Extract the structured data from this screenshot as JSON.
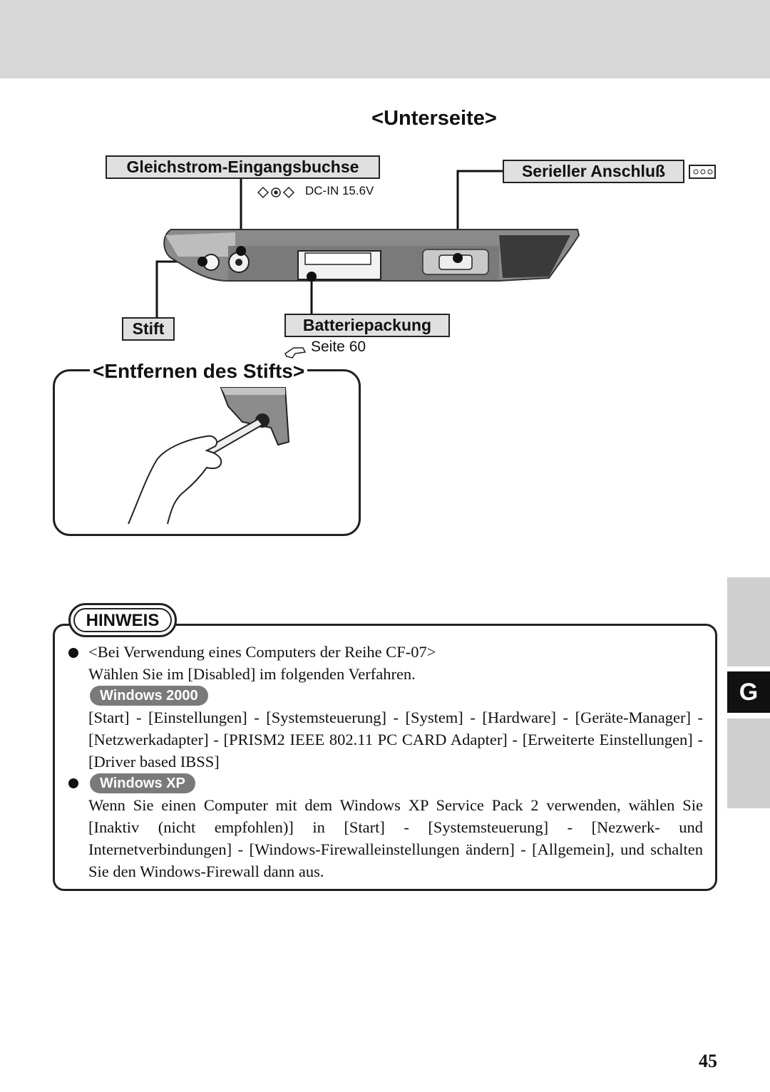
{
  "header": {
    "section_title": "<Unterseite>"
  },
  "diagram": {
    "labels": {
      "dc_jack": "Gleichstrom-Eingangsbuchse",
      "serial_port": "Serieller Anschluß",
      "stylus": "Stift",
      "battery": "Batteriepackung"
    },
    "dc_in_text": "DC-IN 15.6V",
    "page_ref": "Seite 60"
  },
  "removal": {
    "title": "<Entfernen des Stifts>"
  },
  "note": {
    "heading": "HINWEIS",
    "item1_line1": "<Bei Verwendung eines Computers der Reihe CF-07>",
    "item1_line2": "Wählen Sie im [Disabled] im folgenden Verfahren.",
    "badge_2000": "Windows 2000",
    "win2000_text": "[Start] - [Einstellungen] - [Systemsteuerung] - [System] - [Hardware] - [Geräte-Manager] - [Netzwerkadapter] - [PRISM2 IEEE 802.11 PC CARD Adapter] - [Erweiterte Einstellungen] - [Driver based IBSS]",
    "badge_xp": "Windows XP",
    "winxp_text": "Wenn Sie einen Computer mit dem Windows XP Service Pack 2 verwenden, wählen Sie [Inaktiv (nicht empfohlen)] in [Start] - [Systemsteuerung] - [Nezwerk- und Internetverbindungen] - [Windows-Firewalleinstellungen ändern] - [Allgemein], und schalten Sie den Windows-Firewall dann aus."
  },
  "side_tab": {
    "letter": "G"
  },
  "page_number": "45",
  "colors": {
    "header_band": "#d7d7d7",
    "badge": "#7a7a7a",
    "tab": "#cfcfcf",
    "tab_active": "#111111"
  }
}
